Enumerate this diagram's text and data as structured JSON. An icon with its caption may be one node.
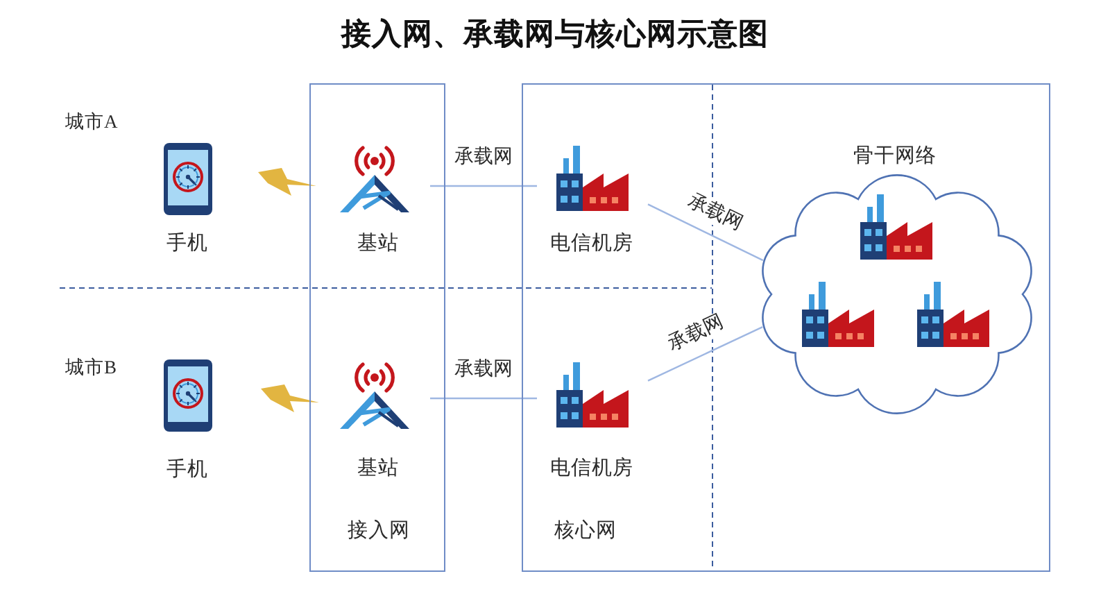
{
  "diagram": {
    "title": "接入网、承载网与核心网示意图",
    "nodes": [
      {
        "text": [
          "接入网"
        ]
      },
      {
        "text": [
          "核心网"
        ]
      },
      {
        "text": [
          "手机"
        ]
      },
      {
        "text": [
          "基站"
        ],
        "in": 0
      },
      {
        "text": [
          "电信机房"
        ],
        "in": 1
      },
      {
        "text": [
          "骨干网络"
        ],
        "in": 1
      },
      {
        "text": [],
        "shape": "picture",
        "in": 5
      },
      {
        "text": [],
        "shape": "picture",
        "in": 5
      },
      {
        "text": [],
        "shape": "picture",
        "in": 5
      },
      {
        "text": [
          "手机"
        ]
      },
      {
        "text": [
          "基站"
        ],
        "in": 0
      },
      {
        "text": [
          "电信机房"
        ],
        "in": 1
      }
    ],
    "edges": [
      {
        "from": 3,
        "to": 4,
        "arrow": "none",
        "label": "承载网"
      },
      {
        "from": 4,
        "to": 5,
        "arrow": "none",
        "label": "承载网"
      },
      {
        "from": 10,
        "to": 11,
        "arrow": "none",
        "label": "承载网"
      },
      {
        "from": 11,
        "to": 5,
        "arrow": "none",
        "label": "承载网"
      }
    ],
    "labels": [
      "城市A",
      "城市B"
    ]
  }
}
